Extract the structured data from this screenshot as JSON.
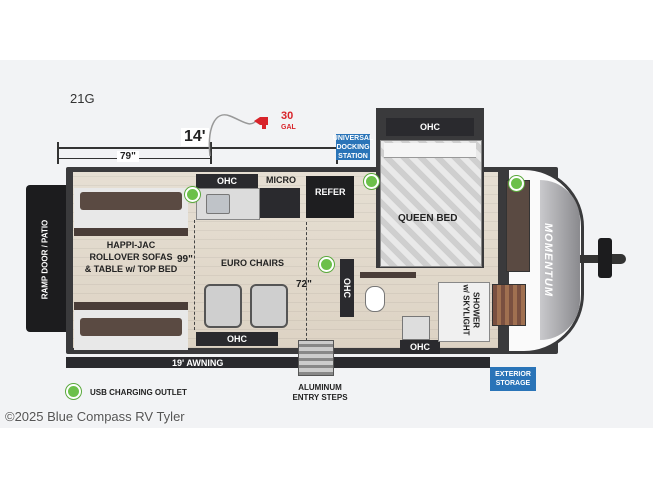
{
  "model": {
    "name": "21G"
  },
  "dimensions": {
    "overall": "14'",
    "front": "79\"",
    "interior_width": "99\"",
    "aisle": "72\""
  },
  "fuel": {
    "tank": "30",
    "unit": "GAL"
  },
  "labels": {
    "ramp_door": "RAMP DOOR / PATIO",
    "sofas": "HAPPI-JAC\nROLLOVER SOFAS\n& TABLE w/ TOP BED",
    "euro_chairs": "EURO CHAIRS",
    "micro": "MICRO",
    "refer": "REFER",
    "queen_bed": "QUEEN BED",
    "shower": "SHOWER\nw/ SKYLIGHT",
    "awning": "19' AWNING",
    "ohc": "OHC",
    "docking": "UNIVERSAL\nDOCKING\nSTATION",
    "exterior_storage": "EXTERIOR\nSTORAGE",
    "entry_steps": "ALUMINUM\nENTRY STEPS",
    "brand": "MOMENTUM"
  },
  "legend": {
    "usb": "USB CHARGING OUTLET"
  },
  "watermark": "©2025 Blue Compass RV Tyler",
  "colors": {
    "usb": "#6cc04a",
    "callout": "#2a74b8",
    "fuel": "#d8232a",
    "cabinet": "#2a2a2e"
  }
}
